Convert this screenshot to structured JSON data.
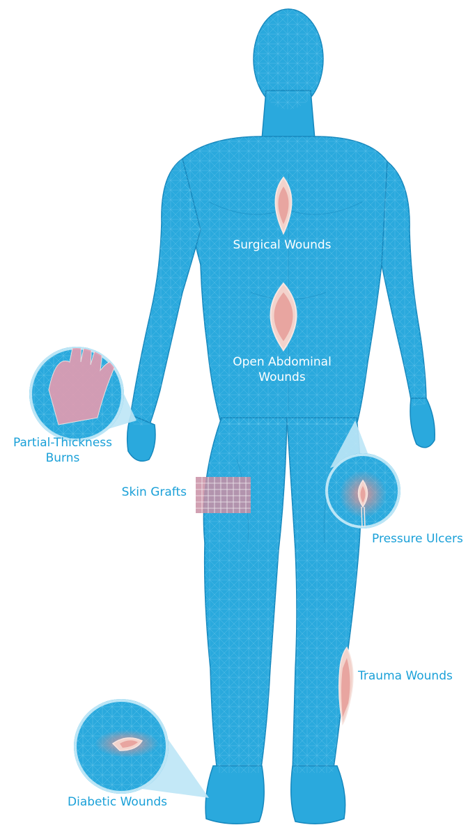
{
  "colors": {
    "body": "#2aa9dd",
    "body_dark": "#1587bd",
    "mesh": "#8fd6f2",
    "label_blue": "#1aa0d8",
    "label_white": "#ffffff",
    "wound": "#e8a5a0",
    "wound_edge": "#f3d3cc",
    "callout_fill": "#bde6f6"
  },
  "labels": {
    "surgical": "Surgical Wounds",
    "abdominal_line1": "Open Abdominal",
    "abdominal_line2": "Wounds",
    "burns_line1": "Partial-Thickness",
    "burns_line2": "Burns",
    "skin_grafts": "Skin Grafts",
    "pressure_ulcers": "Pressure Ulcers",
    "trauma": "Trauma Wounds",
    "diabetic": "Diabetic Wounds"
  }
}
